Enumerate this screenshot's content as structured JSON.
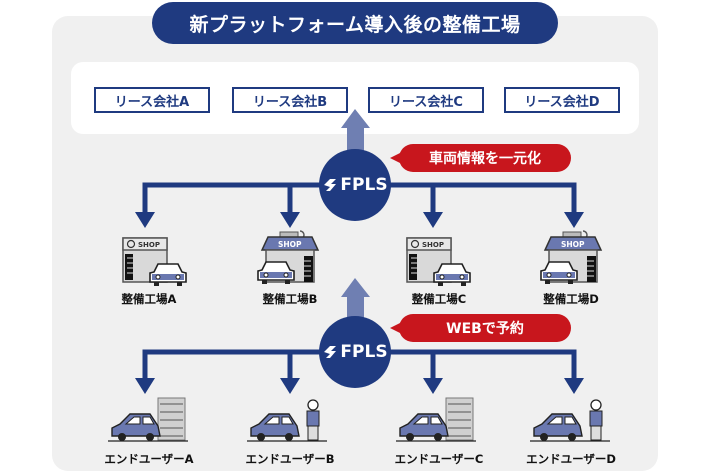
{
  "title": "新プラットフォーム導入後の整備工場",
  "lease_companies": [
    {
      "label": "リース会社A"
    },
    {
      "label": "リース会社B"
    },
    {
      "label": "リース会社C"
    },
    {
      "label": "リース会社D"
    }
  ],
  "hubs": [
    {
      "logo_text": "FPLS",
      "callout": "車両情報を一元化"
    },
    {
      "logo_text": "FPLS",
      "callout": "WEBで予約"
    }
  ],
  "shops": [
    {
      "label": "整備工場A",
      "icon": "shop-flat-icon",
      "sign": "SHOP"
    },
    {
      "label": "整備工場B",
      "icon": "shop-roof-icon",
      "sign": "SHOP"
    },
    {
      "label": "整備工場C",
      "icon": "shop-flat-icon",
      "sign": "SHOP"
    },
    {
      "label": "整備工場D",
      "icon": "shop-roof-icon",
      "sign": "SHOP"
    }
  ],
  "end_users": [
    {
      "label": "エンドユーザーA",
      "icon": "car-building-icon"
    },
    {
      "label": "エンドユーザーB",
      "icon": "car-person-icon"
    },
    {
      "label": "エンドユーザーC",
      "icon": "car-building-icon"
    },
    {
      "label": "エンドユーザーD",
      "icon": "car-person-icon"
    }
  ],
  "colors": {
    "navy": "#1f3a80",
    "red": "#c8161d",
    "arrow_light": "#6f7fb2",
    "panel_bg": "#f0f0f0",
    "car_fill": "#6a78b0"
  }
}
